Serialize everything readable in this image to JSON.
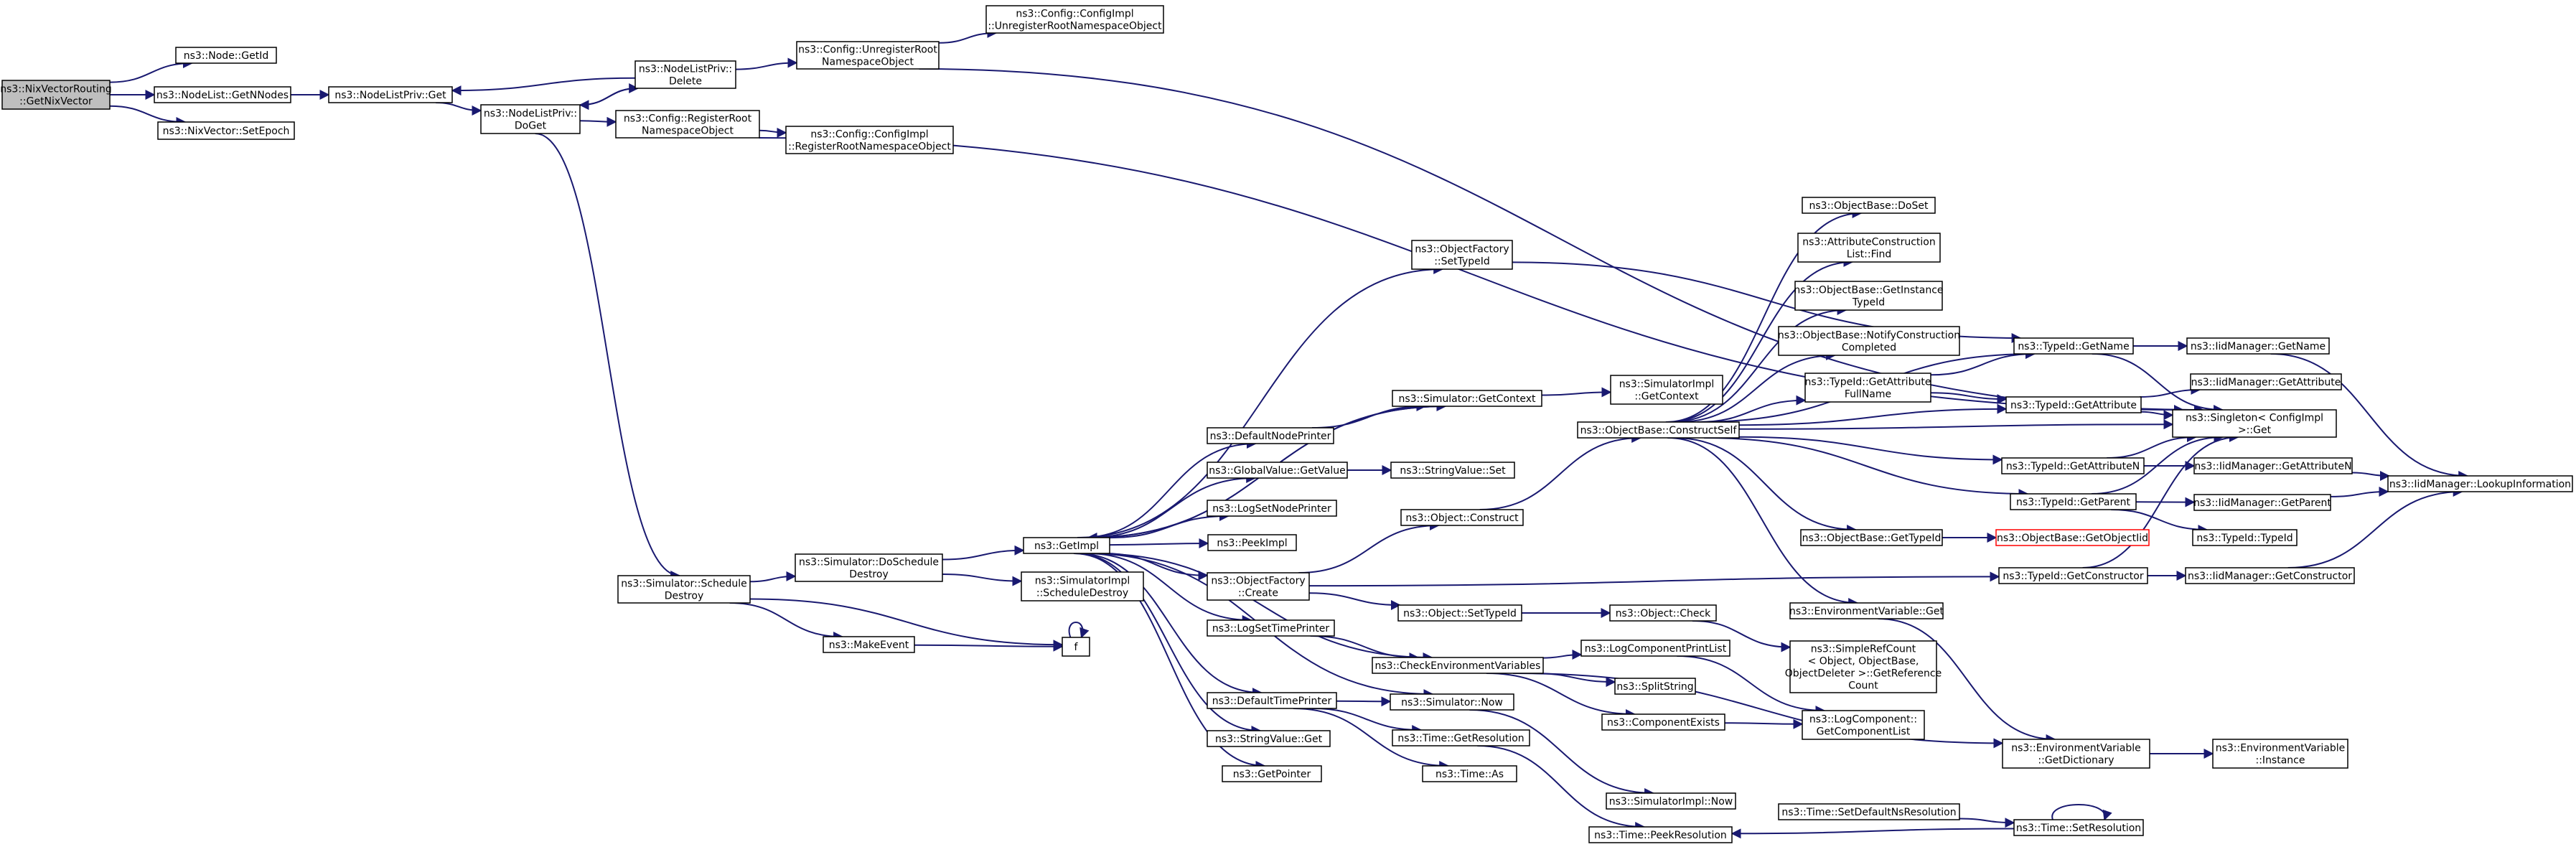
{
  "colors": {
    "edge": "#191970",
    "box_border": "#000000",
    "root_fill": "#bfbfbf",
    "truncated_border": "#ff0000",
    "background": "#ffffff"
  },
  "nodes": [
    {
      "id": "root",
      "lines": [
        "ns3::NixVectorRouting",
        "::GetNixVector"
      ],
      "style": "root"
    },
    {
      "id": "nodeGetId",
      "lines": [
        "ns3::Node::GetId"
      ]
    },
    {
      "id": "getNNodes",
      "lines": [
        "ns3::NodeList::GetNNodes"
      ]
    },
    {
      "id": "setEpoch",
      "lines": [
        "ns3::NixVector::SetEpoch"
      ]
    },
    {
      "id": "nlpGet",
      "lines": [
        "ns3::NodeListPriv::Get"
      ]
    },
    {
      "id": "nlpDelete",
      "lines": [
        "ns3::NodeListPriv::",
        "Delete"
      ]
    },
    {
      "id": "nlpDoGet",
      "lines": [
        "ns3::NodeListPriv::",
        "DoGet"
      ]
    },
    {
      "id": "cfgUnreg",
      "lines": [
        "ns3::Config::UnregisterRoot",
        "NamespaceObject"
      ]
    },
    {
      "id": "cfgImplUnreg",
      "lines": [
        "ns3::Config::ConfigImpl",
        "::UnregisterRootNamespaceObject"
      ]
    },
    {
      "id": "cfgReg",
      "lines": [
        "ns3::Config::RegisterRoot",
        "NamespaceObject"
      ]
    },
    {
      "id": "cfgImplReg",
      "lines": [
        "ns3::Config::ConfigImpl",
        "::RegisterRootNamespaceObject"
      ]
    },
    {
      "id": "schedDestroy",
      "lines": [
        "ns3::Simulator::Schedule",
        "Destroy"
      ]
    },
    {
      "id": "doSchedDestroy",
      "lines": [
        "ns3::Simulator::DoSchedule",
        "Destroy"
      ]
    },
    {
      "id": "makeEvent",
      "lines": [
        "ns3::MakeEvent"
      ]
    },
    {
      "id": "getImpl",
      "lines": [
        "ns3::GetImpl"
      ]
    },
    {
      "id": "simImplSchedDestroy",
      "lines": [
        "ns3::SimulatorImpl",
        "::ScheduleDestroy"
      ]
    },
    {
      "id": "f",
      "lines": [
        "f"
      ]
    },
    {
      "id": "objFactSetTypeId",
      "lines": [
        "ns3::ObjectFactory",
        "::SetTypeId"
      ]
    },
    {
      "id": "simGetContext",
      "lines": [
        "ns3::Simulator::GetContext"
      ]
    },
    {
      "id": "simImplGetContext",
      "lines": [
        "ns3::SimulatorImpl",
        "::GetContext"
      ]
    },
    {
      "id": "defNodePrinter",
      "lines": [
        "ns3::DefaultNodePrinter"
      ]
    },
    {
      "id": "gvGetValue",
      "lines": [
        "ns3::GlobalValue::GetValue"
      ]
    },
    {
      "id": "strValSet",
      "lines": [
        "ns3::StringValue::Set"
      ]
    },
    {
      "id": "logSetNodePrinter",
      "lines": [
        "ns3::LogSetNodePrinter"
      ]
    },
    {
      "id": "peekImpl",
      "lines": [
        "ns3::PeekImpl"
      ]
    },
    {
      "id": "objFactCreate",
      "lines": [
        "ns3::ObjectFactory",
        "::Create"
      ]
    },
    {
      "id": "logSetTimePrinter",
      "lines": [
        "ns3::LogSetTimePrinter"
      ]
    },
    {
      "id": "defTimePrinter",
      "lines": [
        "ns3::DefaultTimePrinter"
      ]
    },
    {
      "id": "strValGet",
      "lines": [
        "ns3::StringValue::Get"
      ]
    },
    {
      "id": "getPointer",
      "lines": [
        "ns3::GetPointer"
      ]
    },
    {
      "id": "objConstruct",
      "lines": [
        "ns3::Object::Construct"
      ]
    },
    {
      "id": "objSetTypeId",
      "lines": [
        "ns3::Object::SetTypeId"
      ]
    },
    {
      "id": "objCheck",
      "lines": [
        "ns3::Object::Check"
      ]
    },
    {
      "id": "checkEnvVars",
      "lines": [
        "ns3::CheckEnvironmentVariables"
      ]
    },
    {
      "id": "simNow",
      "lines": [
        "ns3::Simulator::Now"
      ]
    },
    {
      "id": "timeGetRes",
      "lines": [
        "ns3::Time::GetResolution"
      ]
    },
    {
      "id": "timeAs",
      "lines": [
        "ns3::Time::As"
      ]
    },
    {
      "id": "simImplNow",
      "lines": [
        "ns3::SimulatorImpl::Now"
      ]
    },
    {
      "id": "timePeekRes",
      "lines": [
        "ns3::Time::PeekResolution"
      ]
    },
    {
      "id": "logCompPrintList",
      "lines": [
        "ns3::LogComponentPrintList"
      ]
    },
    {
      "id": "splitString",
      "lines": [
        "ns3::SplitString"
      ]
    },
    {
      "id": "compExists",
      "lines": [
        "ns3::ComponentExists"
      ]
    },
    {
      "id": "simpleRefCount",
      "lines": [
        "ns3::SimpleRefCount",
        "< Object, ObjectBase,",
        "ObjectDeleter >::GetReference",
        "Count"
      ]
    },
    {
      "id": "logCompGetList",
      "lines": [
        "ns3::LogComponent::",
        "GetComponentList"
      ]
    },
    {
      "id": "constructSelf",
      "lines": [
        "ns3::ObjectBase::ConstructSelf"
      ]
    },
    {
      "id": "obDoSet",
      "lines": [
        "ns3::ObjectBase::DoSet"
      ]
    },
    {
      "id": "attrConstrFind",
      "lines": [
        "ns3::AttributeConstruction",
        "List::Find"
      ]
    },
    {
      "id": "obGetInstTypeId",
      "lines": [
        "ns3::ObjectBase::GetInstance",
        "TypeId"
      ]
    },
    {
      "id": "obNotify",
      "lines": [
        "ns3::ObjectBase::NotifyConstruction",
        "Completed"
      ]
    },
    {
      "id": "tidGetAttrFullName",
      "lines": [
        "ns3::TypeId::GetAttribute",
        "FullName"
      ]
    },
    {
      "id": "obGetTypeId",
      "lines": [
        "ns3::ObjectBase::GetTypeId"
      ]
    },
    {
      "id": "obGetObjectIid",
      "lines": [
        "ns3::ObjectBase::GetObjectIid"
      ],
      "style": "truncated"
    },
    {
      "id": "envVarGet",
      "lines": [
        "ns3::EnvironmentVariable::Get"
      ]
    },
    {
      "id": "envVarGetDict",
      "lines": [
        "ns3::EnvironmentVariable",
        "::GetDictionary"
      ]
    },
    {
      "id": "envVarInstance",
      "lines": [
        "ns3::EnvironmentVariable",
        "::Instance"
      ]
    },
    {
      "id": "tidGetName",
      "lines": [
        "ns3::TypeId::GetName"
      ]
    },
    {
      "id": "tidGetAttr",
      "lines": [
        "ns3::TypeId::GetAttribute"
      ]
    },
    {
      "id": "singletonGet",
      "lines": [
        "ns3::Singleton< ConfigImpl",
        ">::Get"
      ]
    },
    {
      "id": "tidGetAttrN",
      "lines": [
        "ns3::TypeId::GetAttributeN"
      ]
    },
    {
      "id": "tidGetParent",
      "lines": [
        "ns3::TypeId::GetParent"
      ]
    },
    {
      "id": "tidTypeId",
      "lines": [
        "ns3::TypeId::TypeId"
      ]
    },
    {
      "id": "tidGetConstructor",
      "lines": [
        "ns3::TypeId::GetConstructor"
      ]
    },
    {
      "id": "iidGetName",
      "lines": [
        "ns3::IidManager::GetName"
      ]
    },
    {
      "id": "iidGetAttr",
      "lines": [
        "ns3::IidManager::GetAttribute"
      ]
    },
    {
      "id": "iidGetAttrN",
      "lines": [
        "ns3::IidManager::GetAttributeN"
      ]
    },
    {
      "id": "iidGetParent",
      "lines": [
        "ns3::IidManager::GetParent"
      ]
    },
    {
      "id": "iidGetConstructor",
      "lines": [
        "ns3::IidManager::GetConstructor"
      ]
    },
    {
      "id": "iidLookup",
      "lines": [
        "ns3::IidManager::LookupInformation"
      ]
    },
    {
      "id": "timeSetDefNsRes",
      "lines": [
        "ns3::Time::SetDefaultNsResolution"
      ]
    },
    {
      "id": "timeSetRes",
      "lines": [
        "ns3::Time::SetResolution"
      ]
    }
  ],
  "edges": [
    [
      "root",
      "nodeGetId"
    ],
    [
      "root",
      "getNNodes"
    ],
    [
      "root",
      "setEpoch"
    ],
    [
      "getNNodes",
      "nlpGet"
    ],
    [
      "nlpGet",
      "nlpDoGet"
    ],
    [
      "nlpDoGet",
      "nlpDelete"
    ],
    [
      "nlpDelete",
      "nlpGet"
    ],
    [
      "nlpDelete",
      "nlpDoGet"
    ],
    [
      "nlpDelete",
      "cfgUnreg"
    ],
    [
      "cfgUnreg",
      "cfgImplUnreg"
    ],
    [
      "cfgUnreg",
      "singletonGet"
    ],
    [
      "nlpDoGet",
      "cfgReg"
    ],
    [
      "cfgReg",
      "cfgImplReg"
    ],
    [
      "cfgReg",
      "singletonGet"
    ],
    [
      "nlpDoGet",
      "schedDestroy"
    ],
    [
      "schedDestroy",
      "doSchedDestroy"
    ],
    [
      "schedDestroy",
      "makeEvent"
    ],
    [
      "schedDestroy",
      "f"
    ],
    [
      "doSchedDestroy",
      "getImpl"
    ],
    [
      "doSchedDestroy",
      "simImplSchedDestroy"
    ],
    [
      "makeEvent",
      "f"
    ],
    [
      "f",
      "f"
    ],
    [
      "getImpl",
      "objFactSetTypeId"
    ],
    [
      "getImpl",
      "simGetContext"
    ],
    [
      "getImpl",
      "defNodePrinter"
    ],
    [
      "getImpl",
      "gvGetValue"
    ],
    [
      "getImpl",
      "logSetNodePrinter"
    ],
    [
      "getImpl",
      "peekImpl"
    ],
    [
      "getImpl",
      "objFactCreate"
    ],
    [
      "getImpl",
      "logSetTimePrinter"
    ],
    [
      "getImpl",
      "checkEnvVars"
    ],
    [
      "getImpl",
      "defTimePrinter"
    ],
    [
      "getImpl",
      "simNow"
    ],
    [
      "getImpl",
      "strValGet"
    ],
    [
      "getImpl",
      "getPointer"
    ],
    [
      "simGetContext",
      "getImpl"
    ],
    [
      "simGetContext",
      "simImplGetContext"
    ],
    [
      "defNodePrinter",
      "simGetContext"
    ],
    [
      "gvGetValue",
      "strValSet"
    ],
    [
      "objFactSetTypeId",
      "tidGetName"
    ],
    [
      "objFactCreate",
      "objConstruct"
    ],
    [
      "objFactCreate",
      "objSetTypeId"
    ],
    [
      "objFactCreate",
      "tidGetConstructor"
    ],
    [
      "objConstruct",
      "constructSelf"
    ],
    [
      "objSetTypeId",
      "objCheck"
    ],
    [
      "objCheck",
      "simpleRefCount"
    ],
    [
      "logSetTimePrinter",
      "checkEnvVars"
    ],
    [
      "checkEnvVars",
      "logCompPrintList"
    ],
    [
      "checkEnvVars",
      "splitString"
    ],
    [
      "checkEnvVars",
      "compExists"
    ],
    [
      "checkEnvVars",
      "envVarGetDict"
    ],
    [
      "logCompPrintList",
      "logCompGetList"
    ],
    [
      "compExists",
      "logCompGetList"
    ],
    [
      "defTimePrinter",
      "simNow"
    ],
    [
      "defTimePrinter",
      "timeGetRes"
    ],
    [
      "defTimePrinter",
      "timeAs"
    ],
    [
      "simNow",
      "simImplNow"
    ],
    [
      "timeGetRes",
      "timePeekRes"
    ],
    [
      "timeSetDefNsRes",
      "timeSetRes"
    ],
    [
      "timeSetRes",
      "timePeekRes"
    ],
    [
      "timeSetRes",
      "timeSetRes"
    ],
    [
      "constructSelf",
      "obDoSet"
    ],
    [
      "constructSelf",
      "attrConstrFind"
    ],
    [
      "constructSelf",
      "obGetInstTypeId"
    ],
    [
      "constructSelf",
      "obNotify"
    ],
    [
      "constructSelf",
      "tidGetAttrFullName"
    ],
    [
      "constructSelf",
      "tidGetName"
    ],
    [
      "constructSelf",
      "tidGetAttr"
    ],
    [
      "constructSelf",
      "singletonGet"
    ],
    [
      "constructSelf",
      "tidGetAttrN"
    ],
    [
      "constructSelf",
      "tidGetParent"
    ],
    [
      "constructSelf",
      "obGetTypeId"
    ],
    [
      "constructSelf",
      "envVarGet"
    ],
    [
      "obGetTypeId",
      "obGetObjectIid"
    ],
    [
      "envVarGet",
      "envVarGetDict"
    ],
    [
      "envVarGetDict",
      "envVarInstance"
    ],
    [
      "tidGetAttrFullName",
      "tidGetName"
    ],
    [
      "tidGetAttrFullName",
      "tidGetAttr"
    ],
    [
      "tidGetName",
      "iidGetName"
    ],
    [
      "tidGetName",
      "singletonGet"
    ],
    [
      "tidGetAttr",
      "singletonGet"
    ],
    [
      "tidGetAttr",
      "iidGetAttr"
    ],
    [
      "tidGetAttrN",
      "iidGetAttrN"
    ],
    [
      "tidGetAttrN",
      "singletonGet"
    ],
    [
      "tidGetParent",
      "iidGetParent"
    ],
    [
      "tidGetParent",
      "singletonGet"
    ],
    [
      "tidGetParent",
      "tidTypeId"
    ],
    [
      "tidGetConstructor",
      "iidGetConstructor"
    ],
    [
      "tidGetConstructor",
      "singletonGet"
    ],
    [
      "iidGetName",
      "iidLookup"
    ],
    [
      "iidGetAttrN",
      "iidLookup"
    ],
    [
      "iidGetParent",
      "iidLookup"
    ],
    [
      "iidGetConstructor",
      "iidLookup"
    ]
  ]
}
